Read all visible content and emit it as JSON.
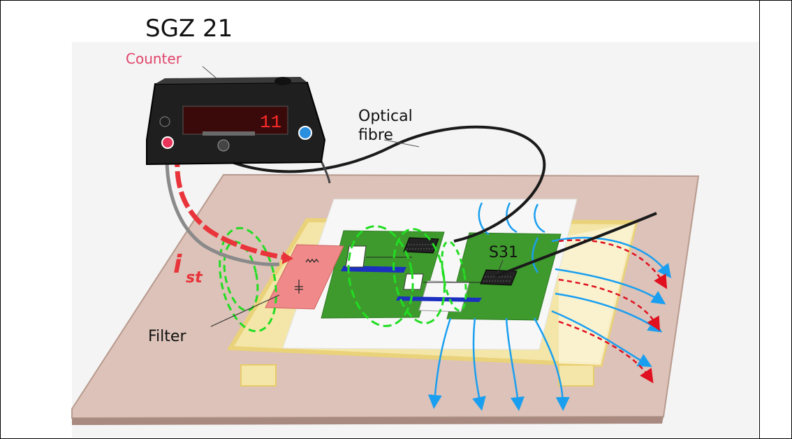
{
  "diagram": {
    "title": "SGZ 21",
    "counter_label": "Counter",
    "optical_label_line1": "Optical",
    "optical_label_line2": "fibre",
    "current_label_main": "i",
    "current_label_sub": "st",
    "filter_label": "Filter",
    "probe_label": "S31",
    "counter_display": "11",
    "colors": {
      "counter_label": "#e0446a",
      "current_arrow": "#e8343a",
      "magnetic_field": "#22dd22",
      "electric_field": "#1a9ff0",
      "red_dashed_field": "#e01020",
      "board": "#3f9a2e",
      "filter": "#f08a8a",
      "ground_plane": "#dcc2b8",
      "frame": "#f3e6a8"
    },
    "icons": [
      "red-terminal-icon",
      "blue-terminal-icon",
      "knob-icon",
      "optical-sensor-icon"
    ]
  }
}
